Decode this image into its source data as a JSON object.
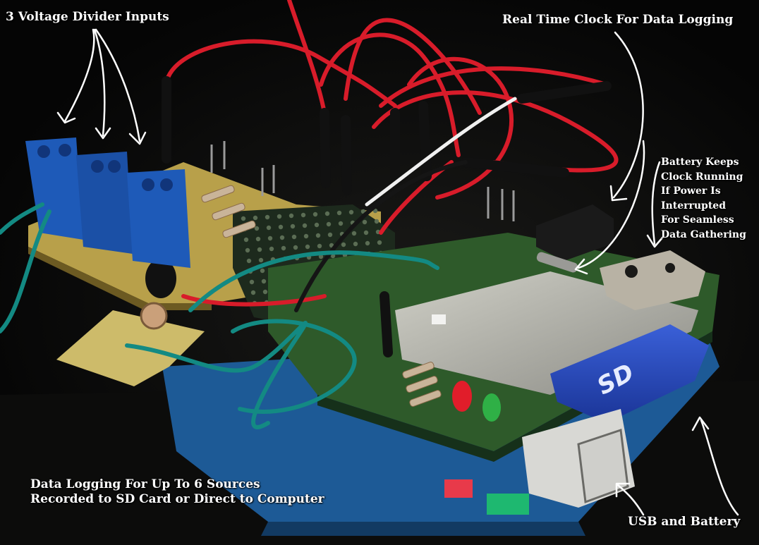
{
  "labels": {
    "voltage_inputs": "3 Voltage Divider Inputs",
    "rtc": "Real Time Clock For Data Logging",
    "battery_note": [
      "Battery Keeps",
      "Clock Running",
      "If Power Is",
      "Interrupted",
      "For Seamless",
      "Data Gathering"
    ],
    "summary": [
      "Data Logging For Up To 6 Sources",
      "Recorded to SD Card or Direct to Computer"
    ],
    "usb_battery": "USB and Battery",
    "sd_card_logo": "SD"
  },
  "colors": {
    "background": "#070707",
    "annotation_text": "#ffffff",
    "pcb_green": "#2e5a2a",
    "terminal_blue": "#1e5ab8",
    "wire_red": "#d81c2a",
    "wire_teal": "#138a83",
    "sd_card_blue": "#2144b6",
    "arduino_blue": "#1d5a96"
  }
}
